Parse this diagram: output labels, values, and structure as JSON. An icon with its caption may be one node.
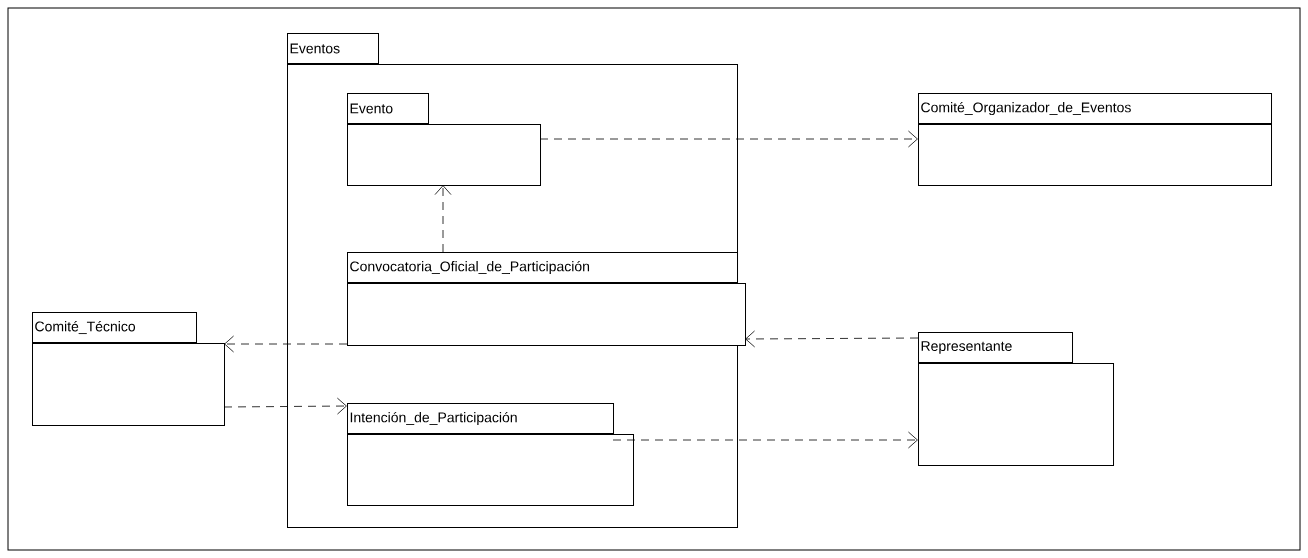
{
  "diagram": {
    "nodes": [
      {
        "text": [
          "Eventos"
        ]
      },
      {
        "text": [
          "Evento"
        ],
        "in": 0
      },
      {
        "text": [
          "Comité_Organizador_de_Eventos"
        ]
      },
      {
        "text": [
          "Convocatoria_Oficial_de_Participación"
        ],
        "in": 0
      },
      {
        "text": [
          "Comité_Técnico"
        ]
      },
      {
        "text": [
          "Representante"
        ]
      },
      {
        "text": [
          "Intención_de_Participación"
        ],
        "in": 0
      }
    ],
    "edges": [
      {
        "from": 1,
        "to": 2,
        "arrow": "to",
        "style": "dashed"
      },
      {
        "from": 3,
        "to": 1,
        "arrow": "to",
        "style": "dashed"
      },
      {
        "from": 3,
        "to": 4,
        "arrow": "to",
        "style": "dashed"
      },
      {
        "from": 5,
        "to": 3,
        "arrow": "to",
        "style": "dashed"
      },
      {
        "from": 4,
        "to": 6,
        "arrow": "to",
        "style": "dashed"
      },
      {
        "from": 6,
        "to": 5,
        "arrow": "to",
        "style": "dashed"
      }
    ]
  }
}
